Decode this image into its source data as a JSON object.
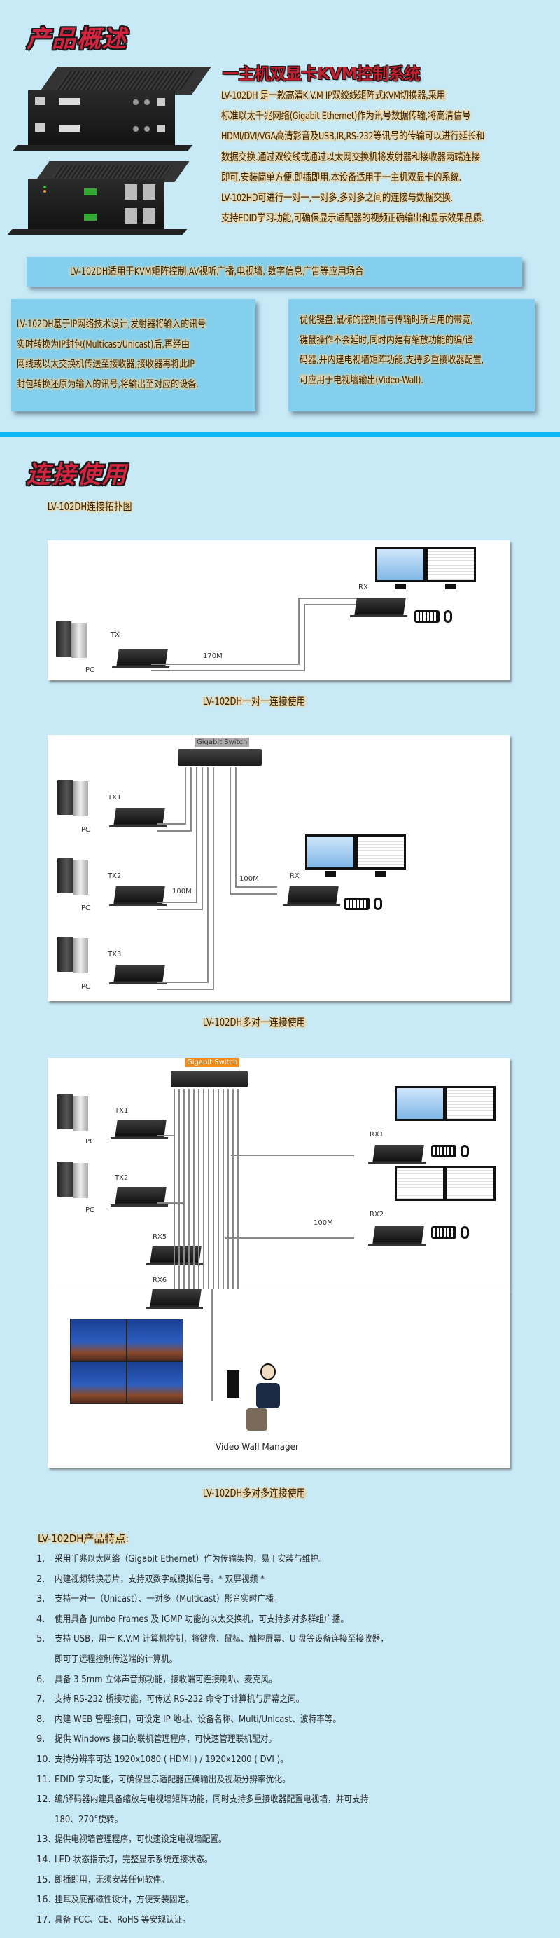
{
  "overview": {
    "section_title": "产品概述",
    "product_title": "一主机双显卡KVM控制系统",
    "intro_lines": [
      "LV-102DH    是一款高清K.V.M IP双绞线矩阵式KVM切换器,采用",
      "标准以太千兆网络(Gigabit Ethernet)作为讯号数据传输,将高清信号",
      "HDMI/DVI/VGA高清影音及USB,IR,RS-232等讯号的传输可以进行延长和",
      "数据交换.通过双绞线或通过以太网交换机将发射器和接收器两端连接",
      "即可,安装简单方便,即插即用.本设备适用于一主机双显卡的系统.",
      "LV-102HD可进行一对一,一对多,多对多之间的连接与数据交换.",
      "支持EDID学习功能,可确保显示适配器的视频正确输出和显示效果品质."
    ],
    "application_banner": "LV-102DH适用于KVM矩阵控制,AV视听广播,电视墙, 数字信息广告等应用场合",
    "left_panel_lines": [
      "LV-102DH基于IP网络技术设计,发射器将输入的讯号",
      "实时转换为IP封包(Multicast/Unicast)后,再经由",
      "网线或以太交换机传送至接收器,接收器再将此IP",
      "封包转换还原为输入的讯号,将输出至对应的设备."
    ],
    "right_panel_lines": [
      "优化键盘,鼠标的控制信号传输时所占用的带宽,",
      "键鼠操作不会延时,同时内建有缩放功能的编/译",
      "码器,并内建电视墙矩阵功能,支持多重接收器配置,",
      "可应用于电视墙输出(Video-Wall)."
    ]
  },
  "connection": {
    "section_title": "连接使用",
    "topology_label": "LV-102DH连接拓扑图",
    "diagrams": [
      {
        "caption": "LV-102DH一对一连接使用",
        "labels": {
          "pc": "PC",
          "tx": "TX",
          "rx": "RX",
          "distance": "170M"
        }
      },
      {
        "caption": "LV-102DH多对一连接使用",
        "labels": {
          "switch": "Gigabit Switch",
          "tx": [
            "TX1",
            "TX2",
            "TX3"
          ],
          "pc": "PC",
          "rx": "RX",
          "distance_tx": "100M",
          "distance_rx": "100M"
        }
      },
      {
        "caption": "LV-102DH多对多连接使用",
        "labels": {
          "switch": "Gigabit Switch",
          "tx": [
            "TX1",
            "TX2"
          ],
          "pc": "PC",
          "rx": [
            "RX1",
            "RX2",
            "RX5",
            "RX6"
          ],
          "distance": "100M",
          "manager": "Video Wall Manager"
        }
      }
    ]
  },
  "features": {
    "title": "LV-102DH产品特点:",
    "items": [
      {
        "num": "1.",
        "text": "采用千兆以太网络（Gigabit Ethernet）作为传输架构，易于安装与维护。"
      },
      {
        "num": "2.",
        "text": "内建视频转换芯片，支持双数字或模拟信号。* 双屏视频 *"
      },
      {
        "num": "3.",
        "text": "支持一对一（Unicast）、一对多（Multicast）影音实时广播。"
      },
      {
        "num": "4.",
        "text": "使用具备 Jumbo Frames 及 IGMP 功能的以太交换机，可支持多对多群组广播。"
      },
      {
        "num": "5.",
        "text": "支持 USB，用于 K.V.M 计算机控制，将键盘、鼠标、触控屏幕、U 盘等设备连接至接收器，",
        "cont": "即可于远程控制传送端的计算机。"
      },
      {
        "num": "6.",
        "text": "具备 3.5mm 立体声音频功能，接收端可连接喇叭、麦克风。"
      },
      {
        "num": "7.",
        "text": "支持 RS-232 桥接功能，可传送 RS-232 命令于计算机与屏幕之间。"
      },
      {
        "num": "8.",
        "text": "内建 WEB 管理接口，可设定 IP 地址、设备名称、Multi/Unicast、波特率等。"
      },
      {
        "num": "9.",
        "text": "提供 Windows 接口的联机管理程序，可快速管理联机配对。"
      },
      {
        "num": "10.",
        "text": "支持分辨率可达 1920x1080 ( HDMI ) / 1920x1200 ( DVI )。"
      },
      {
        "num": "11.",
        "text": "EDID 学习功能，可确保显示适配器正确输出及视频分辨率优化。"
      },
      {
        "num": "12.",
        "text": "编/译码器内建具备缩放与电视墙矩阵功能，同时支持多重接收器配置电视墙，并可支持",
        "cont": "180、270°旋转。"
      },
      {
        "num": "13.",
        "text": "提供电视墙管理程序，可快速设定电视墙配置。"
      },
      {
        "num": "14.",
        "text": "LED 状态指示灯，完整显示系统连接状态。"
      },
      {
        "num": "15.",
        "text": "即插即用，无须安装任何软件。"
      },
      {
        "num": "16.",
        "text": "挂耳及底部磁性设计，方便安装固定。"
      },
      {
        "num": "17.",
        "text": "具备 FCC、CE、RoHS 等安规认证。"
      }
    ]
  },
  "colors": {
    "background": "#c8eaf7",
    "divider": "#0db8f3",
    "panel": "#84cfee",
    "title_red": "#d4243f",
    "switch_label_orange": "#f08a1c"
  }
}
